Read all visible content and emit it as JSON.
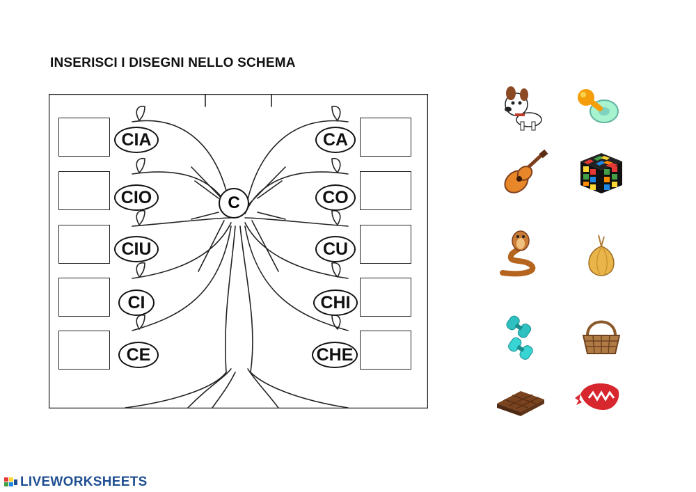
{
  "instructions": "INSERISCI I DISEGNI NELLO SCHEMA",
  "center_letter": "C",
  "left_syllables": [
    "CIA",
    "CIO",
    "CIU",
    "CI",
    "CE"
  ],
  "right_syllables": [
    "CA",
    "CO",
    "CU",
    "CHI",
    "CHE"
  ],
  "pictures": [
    "dog",
    "pacifier",
    "guitar",
    "rubiks-cube",
    "cobra",
    "onion",
    "dumbbells",
    "basket",
    "chocolate-bar",
    "bandana"
  ],
  "brand": "LIVEWORKSHEETS",
  "colors": {
    "brand": "#1f4f92",
    "outline": "#111111"
  }
}
